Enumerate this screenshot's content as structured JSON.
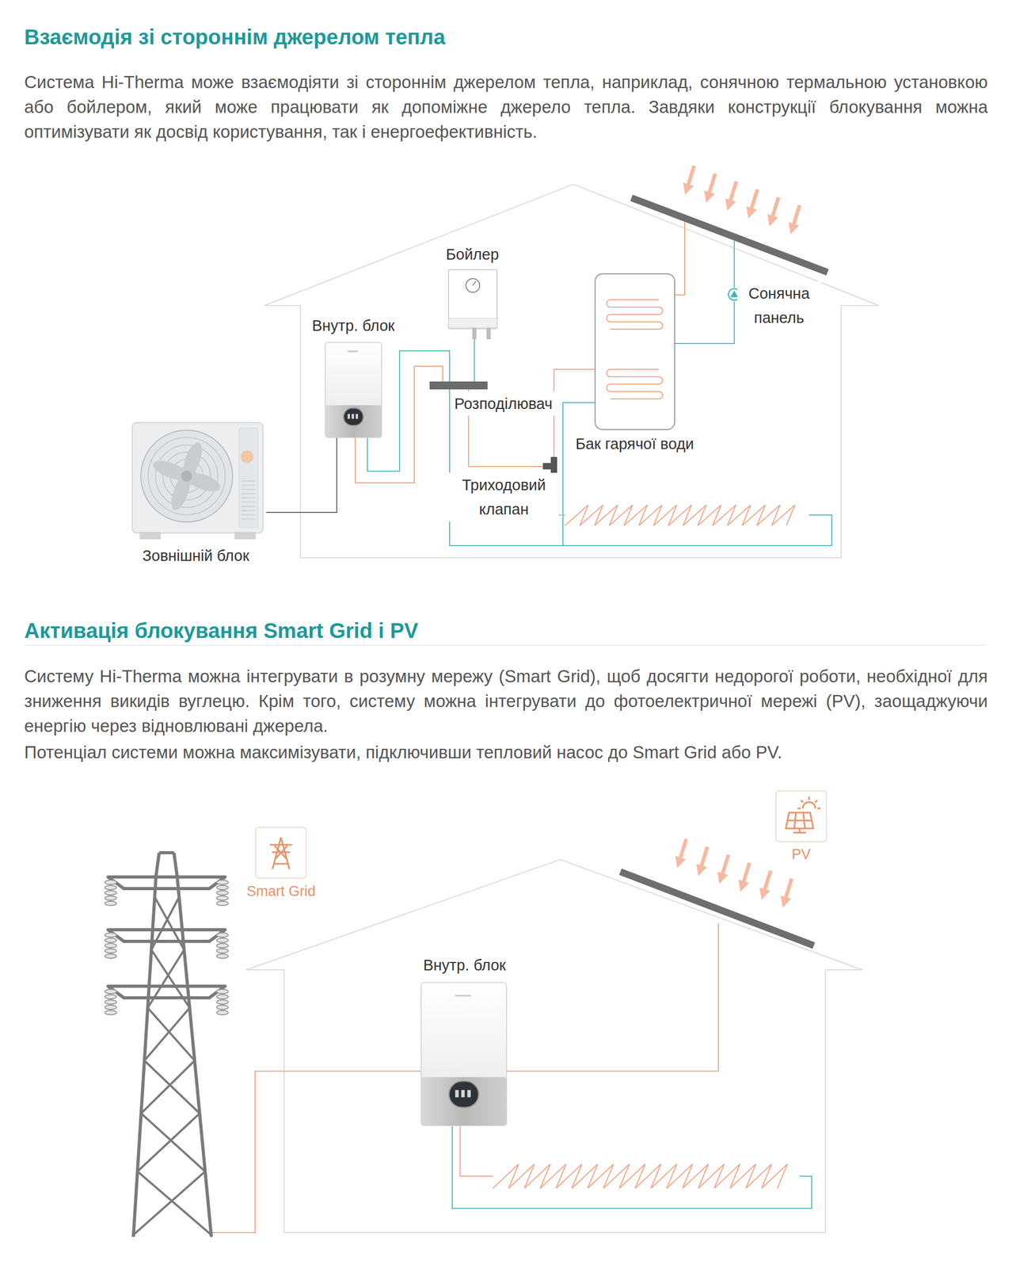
{
  "diagram": {
    "title": "Взаємодія зі стороннім джерелом тепла",
    "nodes": [
      {
        "text": [
          "Бойлер"
        ]
      },
      {
        "text": [
          "Сонячна панель"
        ]
      },
      {
        "text": [
          "Внутр. блок"
        ]
      },
      {
        "text": [
          "Розподілювач"
        ]
      },
      {
        "text": [
          "Бак гарячої води"
        ]
      },
      {
        "text": [
          "Триходовий клапан"
        ]
      },
      {
        "text": [
          "Зовнішній блок"
        ]
      },
      {
        "text": [
          "PV"
        ]
      },
      {
        "text": [
          "Smart Grid"
        ]
      },
      {
        "text": [
          "Внутр. блок"
        ]
      }
    ],
    "edges": [
      {
        "from": 6,
        "to": 2,
        "arrow": "none"
      },
      {
        "from": 2,
        "to": 3,
        "arrow": "none"
      },
      {
        "from": 0,
        "to": 3,
        "arrow": "none"
      },
      {
        "from": 3,
        "to": 5,
        "arrow": "none"
      },
      {
        "from": 5,
        "to": 4,
        "arrow": "none"
      },
      {
        "from": 1,
        "to": 4,
        "arrow": "none"
      }
    ],
    "labels": [
      "Система Hi-Therma може взаємодіяти зі стороннім джерелом тепла, наприклад, сонячною термальною установкою або бойлером, який може працювати як допоміжне джерело тепла. Завдяки конструкції блокування можна оптимізувати як досвід користування, так і енергоефективність.",
      "Активація блокування Smart Grid і PV",
      "Систему Hi-Therma можна інтегрувати в розумну мережу (Smart Grid), щоб досягти недорогої роботи, необхідної для зниження викидів вуглецю. Крім того, систему можна інтегрувати до фотоелектричної мережі (PV), заощаджуючи енергію через відновлювані джерела.",
      "Потенціал системи можна максимізувати, підключивши тепловий насос до Smart Grid або PV."
    ]
  }
}
